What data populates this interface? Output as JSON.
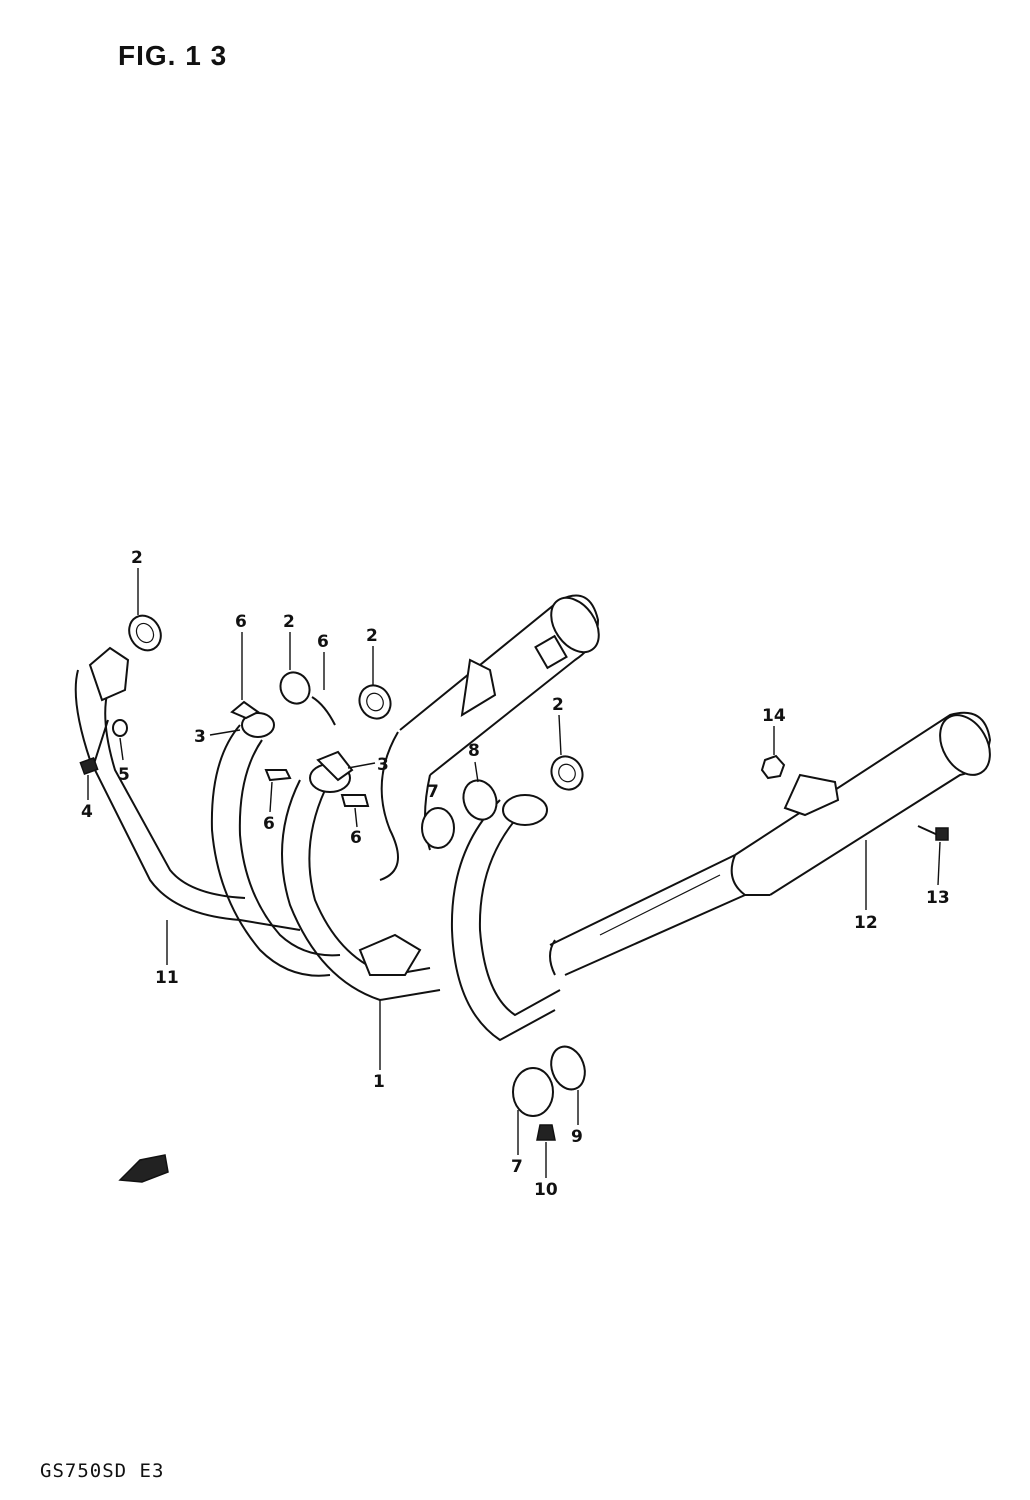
{
  "figure": {
    "title": "FIG. 1 3",
    "model_code": "GS750SD  E3"
  },
  "callouts": [
    {
      "id": "c-2a",
      "label": "2"
    },
    {
      "id": "c-6a",
      "label": "6"
    },
    {
      "id": "c-2b",
      "label": "2"
    },
    {
      "id": "c-6b",
      "label": "6"
    },
    {
      "id": "c-2c",
      "label": "2"
    },
    {
      "id": "c-3a",
      "label": "3"
    },
    {
      "id": "c-3b",
      "label": "3"
    },
    {
      "id": "c-5",
      "label": "5"
    },
    {
      "id": "c-4",
      "label": "4"
    },
    {
      "id": "c-6c",
      "label": "6"
    },
    {
      "id": "c-6d",
      "label": "6"
    },
    {
      "id": "c-7a",
      "label": "7"
    },
    {
      "id": "c-8",
      "label": "8"
    },
    {
      "id": "c-2d",
      "label": "2"
    },
    {
      "id": "c-14",
      "label": "14"
    },
    {
      "id": "c-13",
      "label": "13"
    },
    {
      "id": "c-12",
      "label": "12"
    },
    {
      "id": "c-11",
      "label": "11"
    },
    {
      "id": "c-1",
      "label": "1"
    },
    {
      "id": "c-9",
      "label": "9"
    },
    {
      "id": "c-7b",
      "label": "7"
    },
    {
      "id": "c-10",
      "label": "10"
    }
  ]
}
